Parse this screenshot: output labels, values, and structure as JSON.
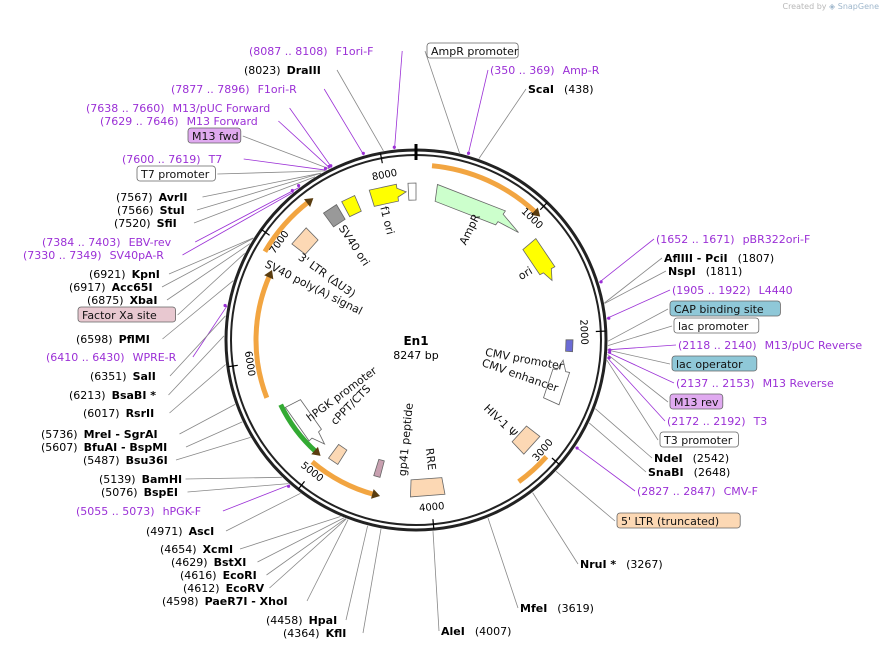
{
  "app": {
    "credit_prefix": "Created by",
    "credit_brand": "SnapGene"
  },
  "plasmid": {
    "name": "En1",
    "size_label": "8247 bp",
    "length": 8247
  },
  "colors": {
    "primer": "#9b30d6",
    "backbone": "#222222",
    "ori": "#ffff00",
    "amp": "#ccffcc",
    "promoter_arrow": "#ffffff",
    "orange_arc": "#f2a541",
    "green_arc": "#33aa33",
    "ltr": "#fcd8b4",
    "box_primer": "#e0aaf0",
    "box_cap": "#8fc8d8",
    "box_factor": "#e8c8d0",
    "box_ltr": "#fcd8b4"
  },
  "ticks": [
    {
      "label": "1000",
      "pos": 1000
    },
    {
      "label": "2000",
      "pos": 2000
    },
    {
      "label": "3000",
      "pos": 3000
    },
    {
      "label": "4000",
      "pos": 4000
    },
    {
      "label": "5000",
      "pos": 5000
    },
    {
      "label": "6000",
      "pos": 6000
    },
    {
      "label": "7000",
      "pos": 7000
    },
    {
      "label": "8000",
      "pos": 8000
    }
  ],
  "features": [
    {
      "label": "f1 ori"
    },
    {
      "label": "AmpR"
    },
    {
      "label": "ori"
    },
    {
      "label": "CMV promoter"
    },
    {
      "label": "CMV enhancer"
    },
    {
      "label": "HIV-1 Ψ"
    },
    {
      "label": "RRE"
    },
    {
      "label": "gp41 peptide"
    },
    {
      "label": "cPPT/CTS"
    },
    {
      "label": "hPGK promoter"
    },
    {
      "label": "SV40 poly(A) signal"
    },
    {
      "label": "3' LTR (ΔU3)"
    },
    {
      "label": "SV40 ori"
    }
  ],
  "labels": [
    {
      "name": "label-f1ori-f",
      "kind": "primer",
      "range": "(8087 .. 8108)",
      "text": "F1ori-F"
    },
    {
      "name": "label-draiii",
      "kind": "enzyme",
      "num": "(8023)",
      "text": "DraIII"
    },
    {
      "name": "label-f1ori-r",
      "kind": "primer",
      "range": "(7877 .. 7896)",
      "text": "F1ori-R"
    },
    {
      "name": "label-m13puc-forward",
      "kind": "primer",
      "range": "(7638 .. 7660)",
      "text": "M13/pUC Forward"
    },
    {
      "name": "label-m13-forward",
      "kind": "primer",
      "range": "(7629 .. 7646)",
      "text": "M13 Forward"
    },
    {
      "name": "label-m13-fwd",
      "kind": "box",
      "text": "M13 fwd",
      "color": "#e0aaf0"
    },
    {
      "name": "label-t7",
      "kind": "primer",
      "range": "(7600 .. 7619)",
      "text": "T7"
    },
    {
      "name": "label-t7-promoter",
      "kind": "box",
      "text": "T7 promoter",
      "color": "#ffffff"
    },
    {
      "name": "label-avrii",
      "kind": "enzyme",
      "num": "(7567)",
      "text": "AvrII"
    },
    {
      "name": "label-stui",
      "kind": "enzyme",
      "num": "(7566)",
      "text": "StuI"
    },
    {
      "name": "label-sfii",
      "kind": "enzyme",
      "num": "(7520)",
      "text": "SfiI"
    },
    {
      "name": "label-ebv-rev",
      "kind": "primer",
      "range": "(7384 .. 7403)",
      "text": "EBV-rev"
    },
    {
      "name": "label-sv40pa-r",
      "kind": "primer",
      "range": "(7330 .. 7349)",
      "text": "SV40pA-R"
    },
    {
      "name": "label-kpni",
      "kind": "enzyme",
      "num": "(6921)",
      "text": "KpnI"
    },
    {
      "name": "label-acc65i",
      "kind": "enzyme",
      "num": "(6917)",
      "text": "Acc65I"
    },
    {
      "name": "label-xbai",
      "kind": "enzyme",
      "num": "(6875)",
      "text": "XbaI"
    },
    {
      "name": "label-factor-xa",
      "kind": "box",
      "text": "Factor Xa site",
      "color": "#e8c8d0"
    },
    {
      "name": "label-pflmi",
      "kind": "enzyme",
      "num": "(6598)",
      "text": "PflMI"
    },
    {
      "name": "label-wpre-r",
      "kind": "primer",
      "range": "(6410 .. 6430)",
      "text": "WPRE-R"
    },
    {
      "name": "label-sali",
      "kind": "enzyme",
      "num": "(6351)",
      "text": "SalI"
    },
    {
      "name": "label-bsabi",
      "kind": "enzyme",
      "num": "(6213)",
      "text": "BsaBI *"
    },
    {
      "name": "label-rsrii",
      "kind": "enzyme",
      "num": "(6017)",
      "text": "RsrII"
    },
    {
      "name": "label-srgai",
      "kind": "enzyme",
      "num": "(5736)",
      "text": "MreI  - SgrAI"
    },
    {
      "name": "label-bspmi",
      "kind": "enzyme",
      "num": "(5607)",
      "text": "BfuAI  - BspMI"
    },
    {
      "name": "label-bsu36i",
      "kind": "enzyme",
      "num": "(5487)",
      "text": "Bsu36I"
    },
    {
      "name": "label-bamhi",
      "kind": "enzyme",
      "num": "(5139)",
      "text": "BamHI"
    },
    {
      "name": "label-bspei",
      "kind": "enzyme",
      "num": "(5076)",
      "text": "BspEI"
    },
    {
      "name": "label-hpgk-f",
      "kind": "primer",
      "range": "(5055 .. 5073)",
      "text": "hPGK-F"
    },
    {
      "name": "label-asci",
      "kind": "enzyme",
      "num": "(4971)",
      "text": "AscI"
    },
    {
      "name": "label-xcmi",
      "kind": "enzyme",
      "num": "(4654)",
      "text": "XcmI"
    },
    {
      "name": "label-bstxi",
      "kind": "enzyme",
      "num": "(4629)",
      "text": "BstXI"
    },
    {
      "name": "label-ecori",
      "kind": "enzyme",
      "num": "(4616)",
      "text": "EcoRI"
    },
    {
      "name": "label-ecorv",
      "kind": "enzyme",
      "num": "(4612)",
      "text": "EcoRV"
    },
    {
      "name": "label-xhoi",
      "kind": "enzyme",
      "num": "(4598)",
      "text": "PaeR7I  - XhoI"
    },
    {
      "name": "label-hpai",
      "kind": "enzyme",
      "num": "(4458)",
      "text": "HpaI"
    },
    {
      "name": "label-kfli",
      "kind": "enzyme",
      "num": "(4364)",
      "text": "KflI"
    },
    {
      "name": "label-alei",
      "kind": "enzyme",
      "num": "(4007)",
      "text": "AleI"
    },
    {
      "name": "label-mfei",
      "kind": "enzyme",
      "num": "(3619)",
      "text": "MfeI"
    },
    {
      "name": "label-nrui",
      "kind": "enzyme",
      "num": "(3267)",
      "text": "NruI *"
    },
    {
      "name": "label-5ltr",
      "kind": "box",
      "text": "5' LTR (truncated)",
      "color": "#fcd8b4"
    },
    {
      "name": "label-cmv-f",
      "kind": "primer",
      "range": "(2827 .. 2847)",
      "text": "CMV-F"
    },
    {
      "name": "label-snabi",
      "kind": "enzyme",
      "num": "(2648)",
      "text": "SnaBI"
    },
    {
      "name": "label-ndei",
      "kind": "enzyme",
      "num": "(2542)",
      "text": "NdeI"
    },
    {
      "name": "label-t3-promoter",
      "kind": "box",
      "text": "T3 promoter",
      "color": "#ffffff"
    },
    {
      "name": "label-t3",
      "kind": "primer",
      "range": "(2172 .. 2192)",
      "text": "T3"
    },
    {
      "name": "label-m13-rev",
      "kind": "box",
      "text": "M13 rev",
      "color": "#e0aaf0"
    },
    {
      "name": "label-m13-reverse",
      "kind": "primer",
      "range": "(2137 .. 2153)",
      "text": "M13 Reverse"
    },
    {
      "name": "label-lac-operator",
      "kind": "box",
      "text": "lac operator",
      "color": "#8fc8d8"
    },
    {
      "name": "label-m13puc-reverse",
      "kind": "primer",
      "range": "(2118 .. 2140)",
      "text": "M13/pUC Reverse"
    },
    {
      "name": "label-lac-promoter",
      "kind": "box",
      "text": "lac promoter",
      "color": "#ffffff"
    },
    {
      "name": "label-cap-site",
      "kind": "box",
      "text": "CAP binding site",
      "color": "#8fc8d8"
    },
    {
      "name": "label-l4440",
      "kind": "primer",
      "range": "(1905 .. 1922)",
      "text": "L4440"
    },
    {
      "name": "label-nspi",
      "kind": "enzyme",
      "num": "(1811)",
      "text": "NspI"
    },
    {
      "name": "label-pcii",
      "kind": "enzyme",
      "num": "(1807)",
      "text": "AflIII  - PciI"
    },
    {
      "name": "label-pbr322ori-f",
      "kind": "primer",
      "range": "(1652 .. 1671)",
      "text": "pBR322ori-F"
    },
    {
      "name": "label-scai",
      "kind": "enzyme",
      "num": "(438)",
      "text": "ScaI"
    },
    {
      "name": "label-amp-r",
      "kind": "primer",
      "range": "(350 .. 369)",
      "text": "Amp-R"
    },
    {
      "name": "label-ampr-promoter",
      "kind": "box",
      "text": "AmpR promoter",
      "color": "#ffffff"
    }
  ]
}
